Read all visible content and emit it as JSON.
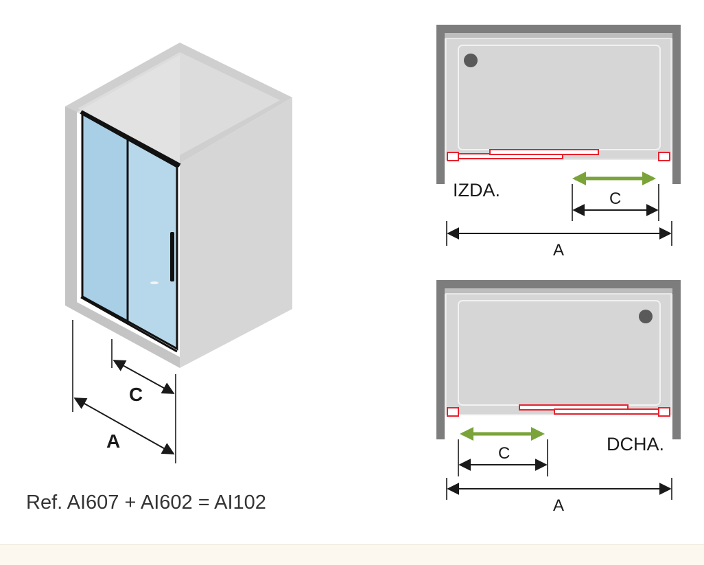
{
  "reference": "Ref. AI607 + AI602 = AI102",
  "iso_view": {
    "label_a": "A",
    "label_c": "C"
  },
  "plan_left": {
    "side_label": "IZDA.",
    "label_a": "A",
    "label_c": "C"
  },
  "plan_right": {
    "side_label": "DCHA.",
    "label_a": "A",
    "label_c": "C"
  },
  "colors": {
    "wall": "#7d7d7d",
    "wall_light": "#d9d9d9",
    "tray": "#d6d6d6",
    "glass": "#a9cfe6",
    "profile": "#e8222e",
    "arrow_green": "#7aa33a",
    "dimension": "#1a1a1a"
  }
}
